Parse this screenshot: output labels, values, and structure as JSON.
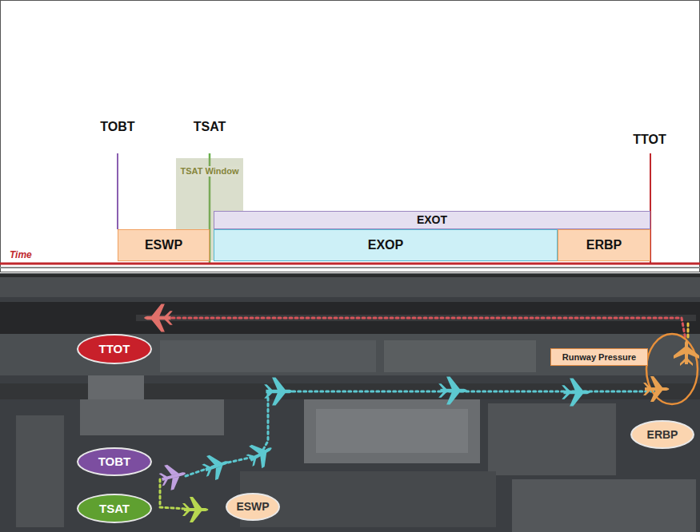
{
  "diagram": {
    "nodes": [
      {
        "text": [
          "TSAT Window"
        ]
      },
      {
        "text": [
          "EXOT"
        ]
      },
      {
        "text": [
          "ESWP"
        ]
      },
      {
        "text": [
          "EXOP"
        ]
      },
      {
        "text": [
          "ERBP"
        ]
      },
      {
        "text": [
          "TTOT"
        ]
      },
      {
        "text": [
          "Runway Pressure"
        ]
      },
      {
        "text": [
          "ERBP"
        ]
      },
      {
        "text": [
          "TOBT"
        ]
      },
      {
        "text": [
          "TSAT"
        ]
      },
      {
        "text": [
          "ESWP"
        ]
      }
    ],
    "labels": [
      "TOBT",
      "TSAT",
      "TTOT",
      "Time"
    ]
  }
}
